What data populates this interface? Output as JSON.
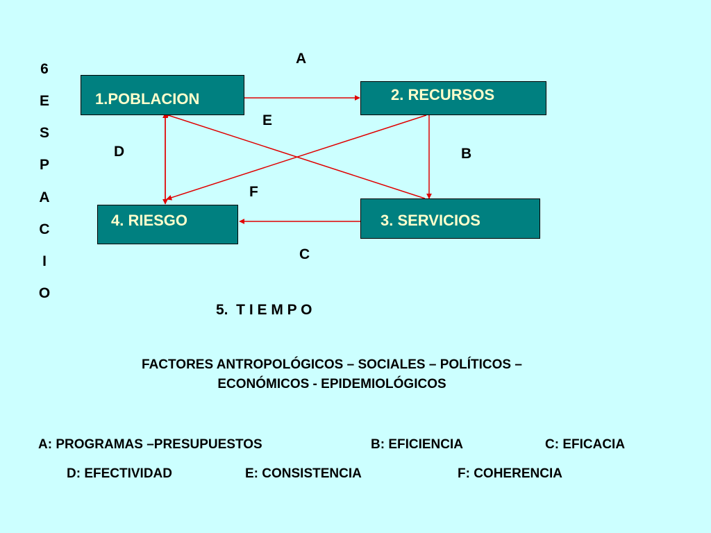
{
  "espacio_letters": [
    "6",
    "E",
    "S",
    "P",
    "A",
    "C",
    "I",
    "O"
  ],
  "boxes": {
    "poblacion": "1.POBLACION",
    "recursos": "2. RECURSOS",
    "servicios": "3. SERVICIOS",
    "riesgo": "4. RIESGO"
  },
  "edge_labels": {
    "a": "A",
    "b": "B",
    "c": "C",
    "d": "D",
    "e": "E",
    "f": "F"
  },
  "tiempo": "5.  T I E M P O",
  "factores": {
    "line1": "FACTORES ANTROPOLÓGICOS – SOCIALES – POLÍTICOS –",
    "line2": "ECONÓMICOS - EPIDEMIOLÓGICOS"
  },
  "legend": {
    "a": "A: PROGRAMAS –PRESUPUESTOS",
    "b": "B: EFICIENCIA",
    "c": "C: EFICACIA",
    "d": "D: EFECTIVIDAD",
    "e": "E: CONSISTENCIA",
    "f": "F: COHERENCIA"
  },
  "colors": {
    "background": "#ccffff",
    "box_fill": "#008080",
    "box_text": "#ffffcc",
    "arrow": "#e00000"
  }
}
